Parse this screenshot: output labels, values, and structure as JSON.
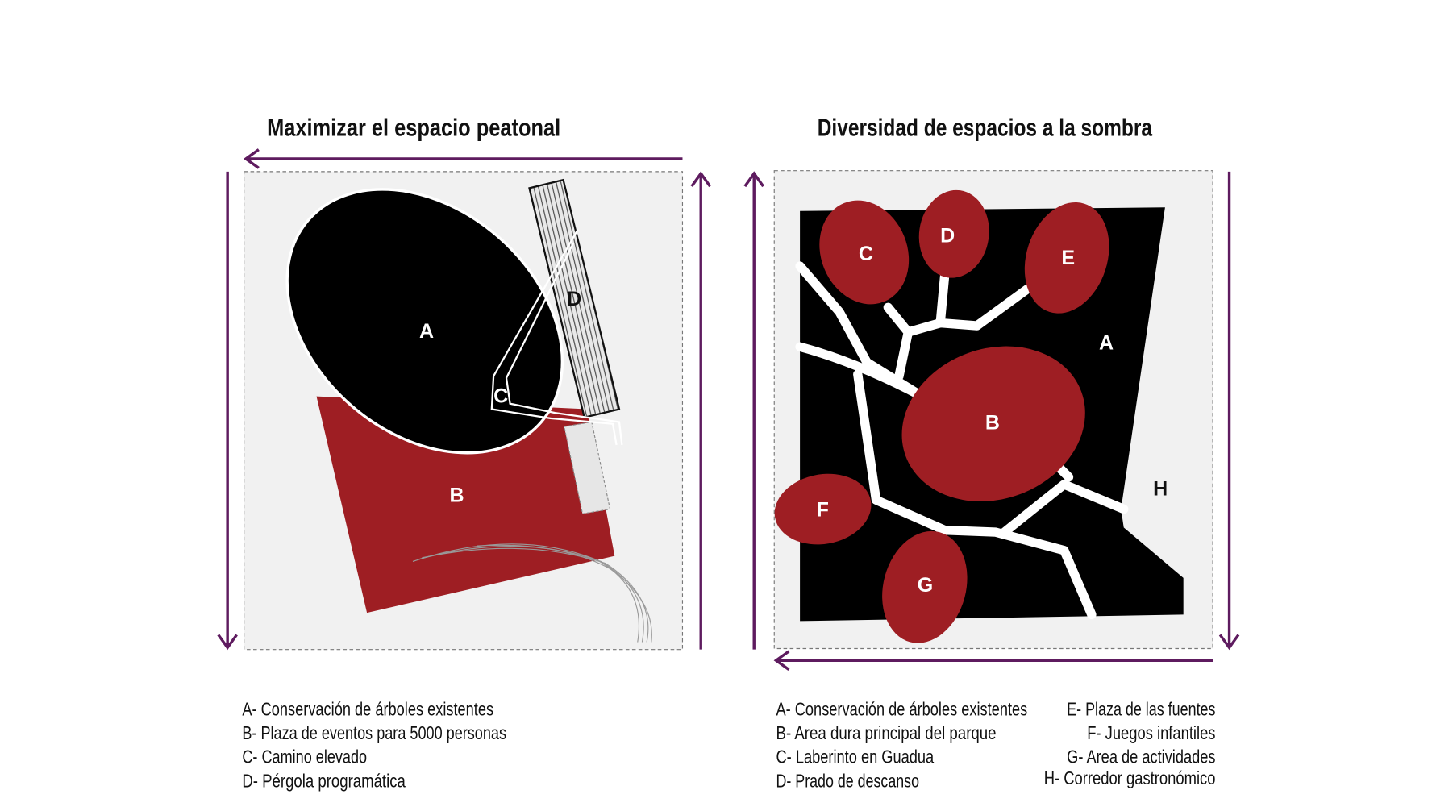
{
  "colors": {
    "red": "#9e1e23",
    "purple": "#5e1b5f",
    "panel": "#f1f1f1",
    "black": "#000000"
  },
  "left_panel": {
    "title": "Maximizar el espacio peatonal",
    "labels": {
      "A": "A",
      "B": "B",
      "C": "C",
      "D": "D"
    },
    "legend": [
      "A- Conservación de árboles existentes",
      "B- Plaza de eventos para 5000 personas",
      "C- Camino elevado",
      "D- Pérgola programática"
    ]
  },
  "right_panel": {
    "title": "Diversidad de espacios a la sombra",
    "labels": {
      "A": "A",
      "B": "B",
      "C": "C",
      "D": "D",
      "E": "E",
      "F": "F",
      "G": "G",
      "H": "H"
    },
    "legend_left": [
      "A- Conservación de árboles existentes",
      "B- Area dura principal del parque",
      "C- Laberinto en Guadua",
      "D- Prado de descanso"
    ],
    "legend_right": [
      "E- Plaza de las fuentes",
      "F- Juegos infantiles",
      "G- Area de actividades",
      "H- Corredor gastronómico"
    ]
  }
}
